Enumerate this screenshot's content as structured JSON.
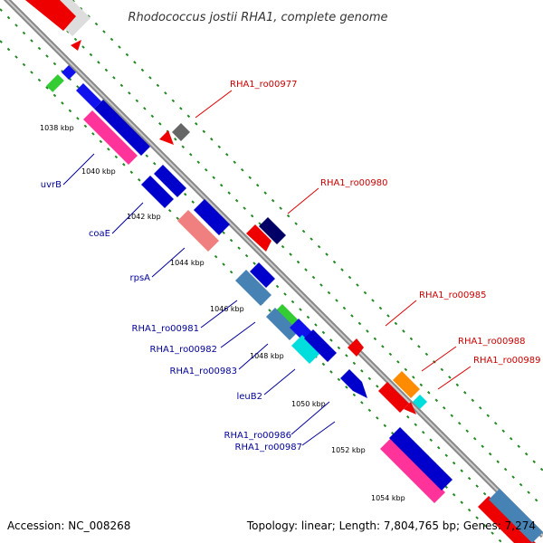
{
  "title": "Rhodococcus jostii RHA1, complete genome",
  "accession": "Accession: NC_008268",
  "topology": "Topology: linear; Length: 7,804,765 bp; Genes: 7,274",
  "colors": {
    "red_label": "#cc0000",
    "blue_label": "#000099",
    "backbone": "#999999",
    "track_dots": "#228822"
  },
  "kbp_ticks": [
    "1038 kbp",
    "1040 kbp",
    "1042 kbp",
    "1044 kbp",
    "1046 kbp",
    "1048 kbp",
    "1050 kbp",
    "1052 kbp",
    "1054 kbp"
  ],
  "gene_labels_forward": [
    "RHA1_ro00977",
    "RHA1_ro00980",
    "RHA1_ro00985",
    "RHA1_ro00988",
    "RHA1_ro00989"
  ],
  "gene_labels_reverse": [
    "uvrB",
    "coaE",
    "rpsA",
    "RHA1_ro00981",
    "RHA1_ro00982",
    "RHA1_ro00983",
    "leuB2",
    "RHA1_ro00986",
    "RHA1_ro00987"
  ]
}
